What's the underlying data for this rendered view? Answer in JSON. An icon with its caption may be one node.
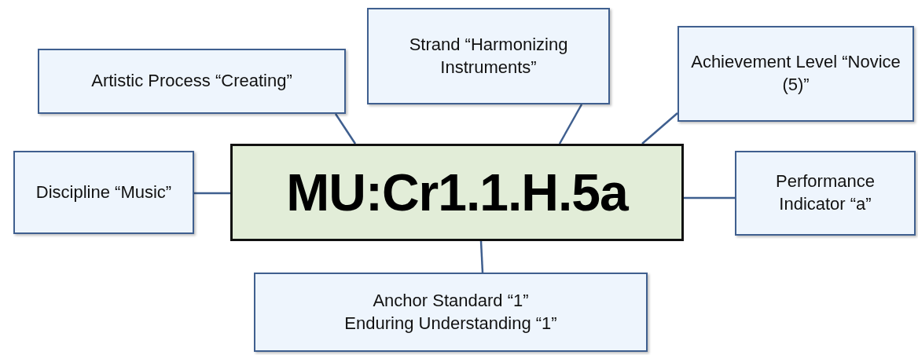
{
  "diagram": {
    "nodes": [
      {
        "text": [
          "Strand “Harmonizing Instruments”"
        ]
      },
      {
        "text": [
          "Achievement Level “Novice (5)”"
        ]
      },
      {
        "text": [
          "Artistic Process “Creating”"
        ]
      },
      {
        "text": [
          "Discipline “Music”"
        ]
      },
      {
        "text": [
          "MU:Cr1.1.H.5a"
        ]
      },
      {
        "text": [
          "Performance Indicator “a”"
        ]
      },
      {
        "text": [
          "Anchor Standard “1”",
          "Enduring Understanding “1”"
        ]
      }
    ],
    "edges": [
      {
        "from": 2,
        "to": 4,
        "arrow": "none"
      },
      {
        "from": 0,
        "to": 4,
        "arrow": "none"
      },
      {
        "from": 1,
        "to": 4,
        "arrow": "none"
      },
      {
        "from": 3,
        "to": 4,
        "arrow": "none"
      },
      {
        "from": 5,
        "to": 4,
        "arrow": "none"
      },
      {
        "from": 6,
        "to": 4,
        "arrow": "none"
      }
    ]
  }
}
